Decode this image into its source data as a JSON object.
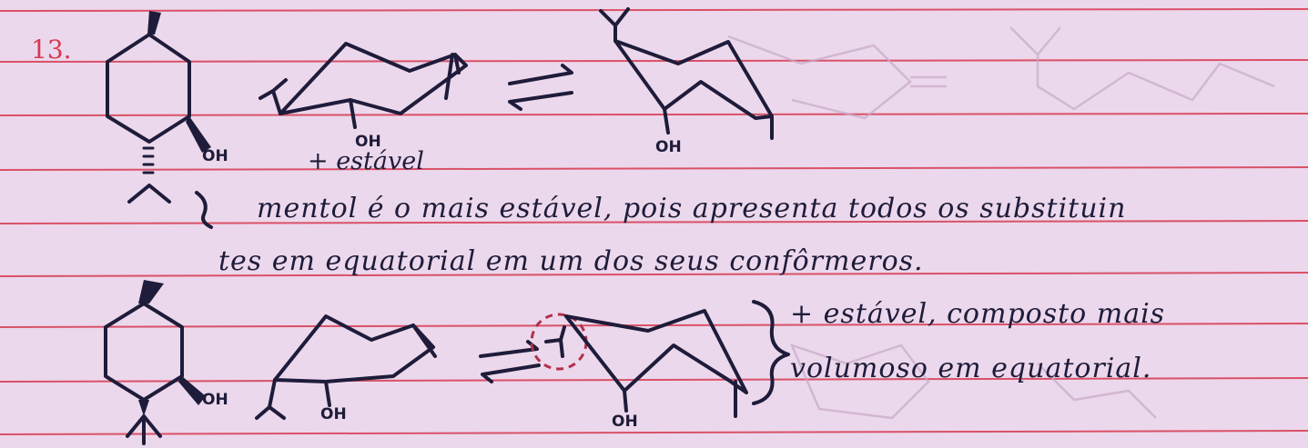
{
  "problem_number": "13.",
  "top": {
    "oh_label_haworth": "OH",
    "oh_label_chair1": "OH",
    "oh_label_chair2": "OH",
    "stability_note": "+ estável"
  },
  "explanation": {
    "line1": "mentol é o mais estável, pois apresenta todos os substituin",
    "line2": "tes em equatorial em um dos seus confôrmeros."
  },
  "bottom": {
    "oh_label_haworth": "OH",
    "oh_label_chair1": "OH",
    "oh_label_chair2": "OH",
    "note_line1": "+ estável, composto mais",
    "note_line2": "volumoso em equatorial."
  },
  "colors": {
    "paper": "#ecd8ec",
    "ink": "#1e1c3a",
    "ruling": "#d63a52",
    "highlight_circle": "#b0304a"
  }
}
